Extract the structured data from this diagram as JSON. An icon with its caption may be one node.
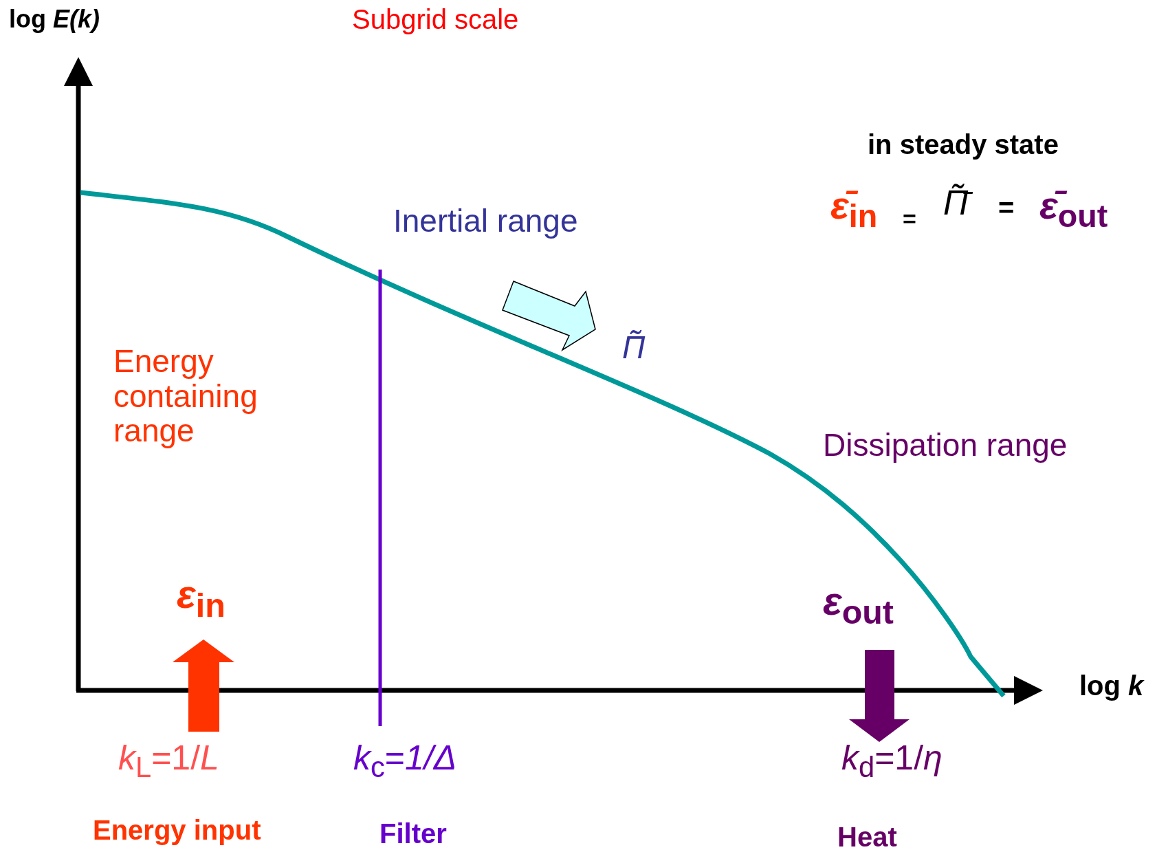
{
  "diagram": {
    "labels": [
      "log *E(k)*",
      "Subgrid scale",
      "in steady state",
      "Inertial range",
      "*ε̄*$_{in}$",
      "=",
      "*Π̃̄*",
      "=",
      "*ε̄*$_{out}$",
      "*Π̃*",
      "Energy containing range",
      "Dissipation range",
      "*ε*$_{in}$",
      "*ε*$_{out}$",
      "log *k*",
      "*k*$_{L}$=1/*L*",
      "*k*$_{c}$=*1/Δ*",
      "*k*$_{d}$=1/*η*",
      "Energy input",
      "Filter",
      "Heat"
    ]
  }
}
